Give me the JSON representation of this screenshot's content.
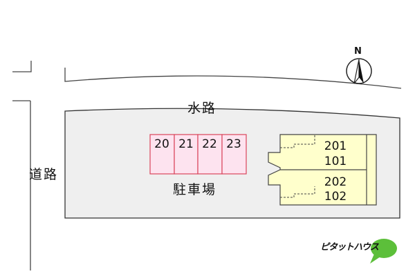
{
  "labels": {
    "road": "道路",
    "waterway": "水路",
    "parking": "駐車場",
    "north": "N"
  },
  "parking_spaces": [
    "20",
    "21",
    "22",
    "23"
  ],
  "units": {
    "upper": [
      "201",
      "101"
    ],
    "lower": [
      "202",
      "102"
    ]
  },
  "brand": {
    "name": "ピタットハウス"
  },
  "colors": {
    "site_fill": "#efefef",
    "parking_fill": "#fde3ef",
    "parking_stroke": "#d9445a",
    "building_fill": "#ffffcc",
    "brand_green": "#5cbf3a"
  }
}
